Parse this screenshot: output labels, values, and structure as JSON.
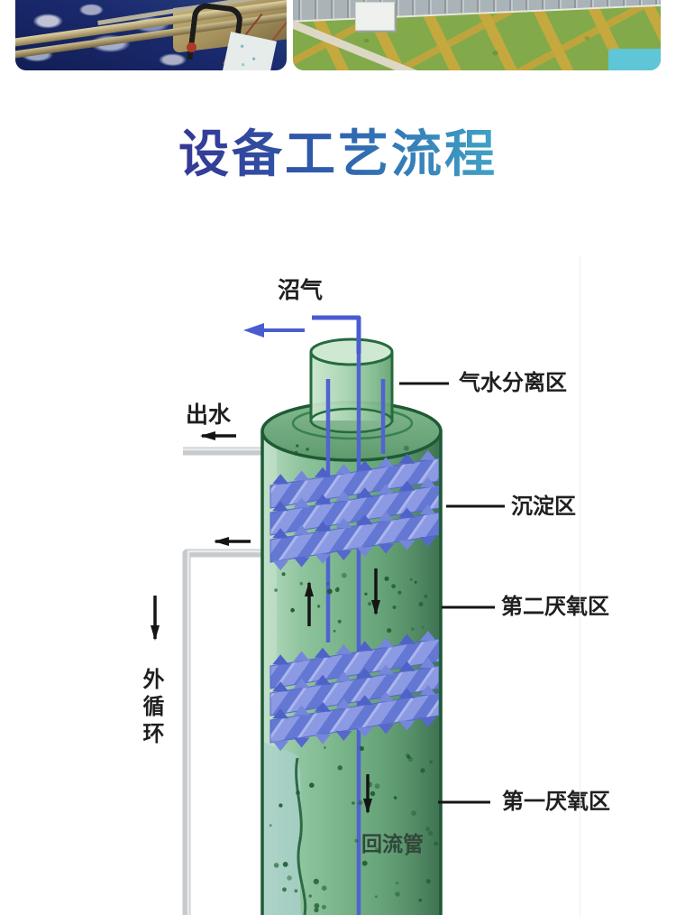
{
  "title": {
    "text": "设备工艺流程"
  },
  "diagram": {
    "labels": {
      "biogas": "沼气",
      "gas_water_separation": "气水分离区",
      "effluent": "出水",
      "sedimentation": "沉淀区",
      "second_anaerobic": "第二厌氧区",
      "external_circulation": "外循环",
      "first_anaerobic": "第一厌氧区",
      "return_pipe": "回流管"
    },
    "colors": {
      "title_gradient_start": "#38287f",
      "title_gradient_mid": "#2e62ae",
      "title_gradient_end": "#46c0d6",
      "tank_green": "#74b086",
      "tank_outline": "#1d5a35",
      "pipe_blue": "#4a5cd0",
      "pipe_gray": "#c9cdd1",
      "module_blue": "#8193dc",
      "speckle_green": "#1e5e30",
      "arrow_black": "#151515"
    }
  }
}
